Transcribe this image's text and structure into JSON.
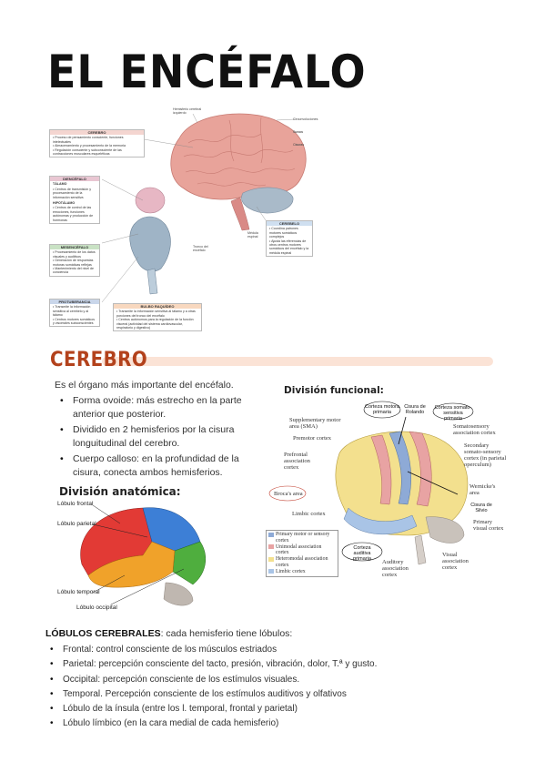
{
  "title": "EL ENCÉFALO",
  "top_figure": {
    "labels": {
      "hemisphere": "Hemisferio cerebral izquierdo",
      "circunvoluciones": "Circunvoluciones",
      "surcos": "Surcos",
      "cisuras": "Cisuras",
      "medula": "Médula espinal",
      "tronco": "Tronco del encéfalo"
    },
    "cerebro": {
      "title": "CEREBRO",
      "items": [
        "Proceso de pensamiento consciente, funciones intelectuales",
        "Almacenamiento y procesamiento de la memoria",
        "Regulación consciente y subconsciente de las contracciones musculares esqueléticas"
      ]
    },
    "diencefalo": {
      "title": "DIENCÉFALO"
    },
    "talamo": {
      "title": "TÁLAMO",
      "items": [
        "Centros de transmisión y procesamiento de la información sensitiva"
      ]
    },
    "hipotalamo": {
      "title": "HIPOTÁLAMO",
      "items": [
        "Centros de control de las emociones, funciones autónomas y producción de hormonas"
      ]
    },
    "mesencefalo": {
      "title": "MESENCÉFALO",
      "items": [
        "Procesamiento de los datos visuales y auditivos",
        "Generación de respuestas motoras somáticas reflejas",
        "Mantenimiento del nivel de conciencia"
      ]
    },
    "protuberancia": {
      "title": "PROTUBERANCIA",
      "items": [
        "Transmite la información sensitiva al cerebelo y al tálamo",
        "Centros motores somáticos y viscerales subconscientes"
      ]
    },
    "bulbo": {
      "title": "BULBO RAQUÍDEO",
      "items": [
        "Transmite la información sensitiva al tálamo y a otras porciones del tronco del encéfalo",
        "Centros autónomos para la regulación de la función visceral (actividad del sistema cardiovascular, respiratorio y digestivo)"
      ]
    },
    "cerebelo": {
      "title": "CEREBELO",
      "items": [
        "Coordina patrones motores somáticos complejos",
        "Ajusta las eferencias de otros centros motores somáticos del encéfalo y la médula espinal"
      ]
    }
  },
  "section": {
    "title": "CEREBRO",
    "intro": "Es el órgano más importante del encéfalo.",
    "bullets": [
      "Forma ovoide: más estrecho en la parte anterior que posterior.",
      "Dividido en 2 hemisferios por la cisura longuitudinal del cerebro.",
      "Cuerpo calloso: en la profundidad de la cisura, conecta ambos hemisferios."
    ],
    "anatomical_title": "División anatómica:",
    "functional_title": "División funcional:"
  },
  "anatomical_figure": {
    "labels": {
      "frontal": "Lóbulo frontal",
      "parietal": "Lóbulo parietal",
      "temporal": "Lóbulo temporal",
      "occipital": "Lóbulo occipital"
    },
    "colors": {
      "frontal": "#e23a35",
      "parietal": "#3d7fd6",
      "temporal": "#f0a22a",
      "occipital": "#4fae3e"
    }
  },
  "functional_figure": {
    "labels": {
      "sma": "Supplementary motor area (SMA)",
      "premotor": "Premotor cortex",
      "prefrontal": "Prefrontal association cortex",
      "broca": "Broca's area",
      "limbic": "Limbic cortex",
      "somatosensory": "Somatosensory association cortex",
      "secondary": "Secondary somato-sensory cortex (in parietal operculum)",
      "wernicke": "Wernicke's area",
      "primary_visual": "Primary visual cortex",
      "visual_assoc": "Visual association cortex",
      "auditory_assoc": "Auditory association cortex"
    },
    "handwritten": {
      "motor": "Corteza motora primaria",
      "rolando": "Cisura de Rolando",
      "sensory": "Corteza somato-sensitiva primaria",
      "silvio": "Cisura de Silvio",
      "auditory": "Corteza auditiva primaria"
    },
    "legend": [
      "Primary motor or sensory cortex",
      "Unimodal association cortex",
      "Heteromodal association cortex",
      "Limbic cortex"
    ],
    "colors": {
      "primary": "#8eaad6",
      "unimodal": "#e8a3a3",
      "heteromodal": "#f3e08e",
      "limbic": "#a9c4e6"
    }
  },
  "lobes": {
    "heading_bold": "LÓBULOS CEREBRALES",
    "heading_rest": ": cada hemisferio tiene lóbulos:",
    "items": [
      "Frontal: control consciente de los músculos estriados",
      "Parietal: percepción consciente del tacto, presión, vibración, dolor, T.ª y gusto.",
      "Occipital: percepción consciente de los estímulos visuales.",
      "Temporal. Percepción consciente de los estímulos auditivos y olfativos",
      "Lóbulo de la ínsula (entre los l. temporal, frontal y parietal)",
      "Lóbulo límbico (en la cara medial de cada hemisferio)"
    ]
  }
}
